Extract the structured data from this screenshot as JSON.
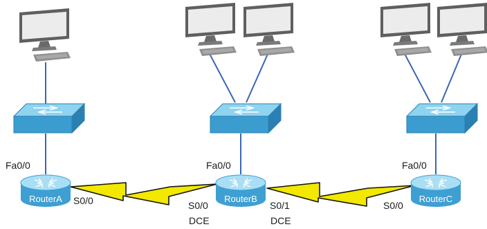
{
  "colors": {
    "link": "#3a66b5",
    "serial": "#f2e800",
    "serial_outline": "#111111",
    "switch_top": "#8ed3f0",
    "switch_side": "#3b9ccf",
    "router_top": "#a9dff5",
    "router_body": "#3e9fd2",
    "monitor_frame": "#5f5f5f",
    "monitor_screen": "#ececec",
    "keyboard": "#8f8f8f",
    "label_text": "#1a1a1a",
    "router_label": "#ffffff"
  },
  "routers": [
    {
      "name": "RouterA"
    },
    {
      "name": "RouterB"
    },
    {
      "name": "RouterC"
    }
  ],
  "interfaces": {
    "router_a_fa": "Fa0/0",
    "router_a_s": "S0/0",
    "router_b_fa": "Fa0/0",
    "router_b_s00": "S0/0",
    "router_b_s00_role": "DCE",
    "router_b_s01": "S0/1",
    "router_b_s01_role": "DCE",
    "router_c_fa": "Fa0/0",
    "router_c_s": "S0/0"
  },
  "icons": {
    "pc": "desktop-computer-icon",
    "switch": "workgroup-switch-icon",
    "router": "router-icon",
    "serial": "serial-link-lightning-icon"
  }
}
